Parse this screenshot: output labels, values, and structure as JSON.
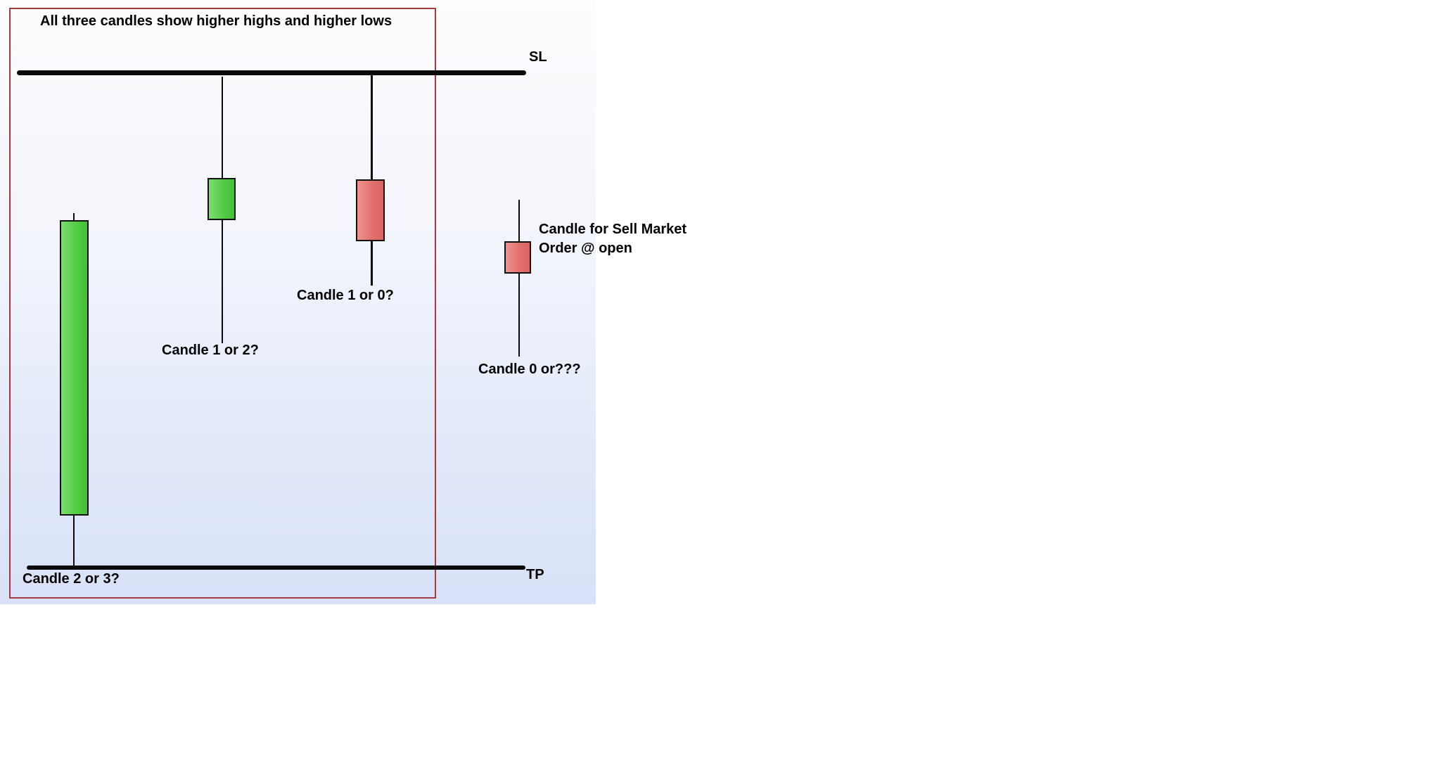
{
  "title": "All three candles show higher highs and higher lows",
  "levels": {
    "stop_loss": {
      "label": "SL"
    },
    "take_profit": {
      "label": "TP"
    }
  },
  "candles": [
    {
      "id": "candle-a",
      "direction": "bullish",
      "body_color": "#55cc47",
      "question": "Candle 2 or 3?"
    },
    {
      "id": "candle-b",
      "direction": "bullish",
      "body_color": "#55cc47",
      "question": "Candle 1 or 2?"
    },
    {
      "id": "candle-c",
      "direction": "bearish",
      "body_color": "#e2716e",
      "question": "Candle 1 or 0?"
    },
    {
      "id": "candle-d",
      "direction": "bearish",
      "body_color": "#e2716e",
      "question": "Candle 0 or???"
    }
  ],
  "annotation": {
    "line1": "Candle for Sell Market",
    "line2": "Order @ open"
  },
  "colors": {
    "panel_gradient_top": "#fdfdfe",
    "panel_gradient_bottom": "#d8e1f8",
    "annotation_box_border": "#a23b3e",
    "bullish_body": "#55cc47",
    "bearish_body": "#e2716e",
    "line_black": "#0a0a0a",
    "page_background": "#ffffff"
  }
}
